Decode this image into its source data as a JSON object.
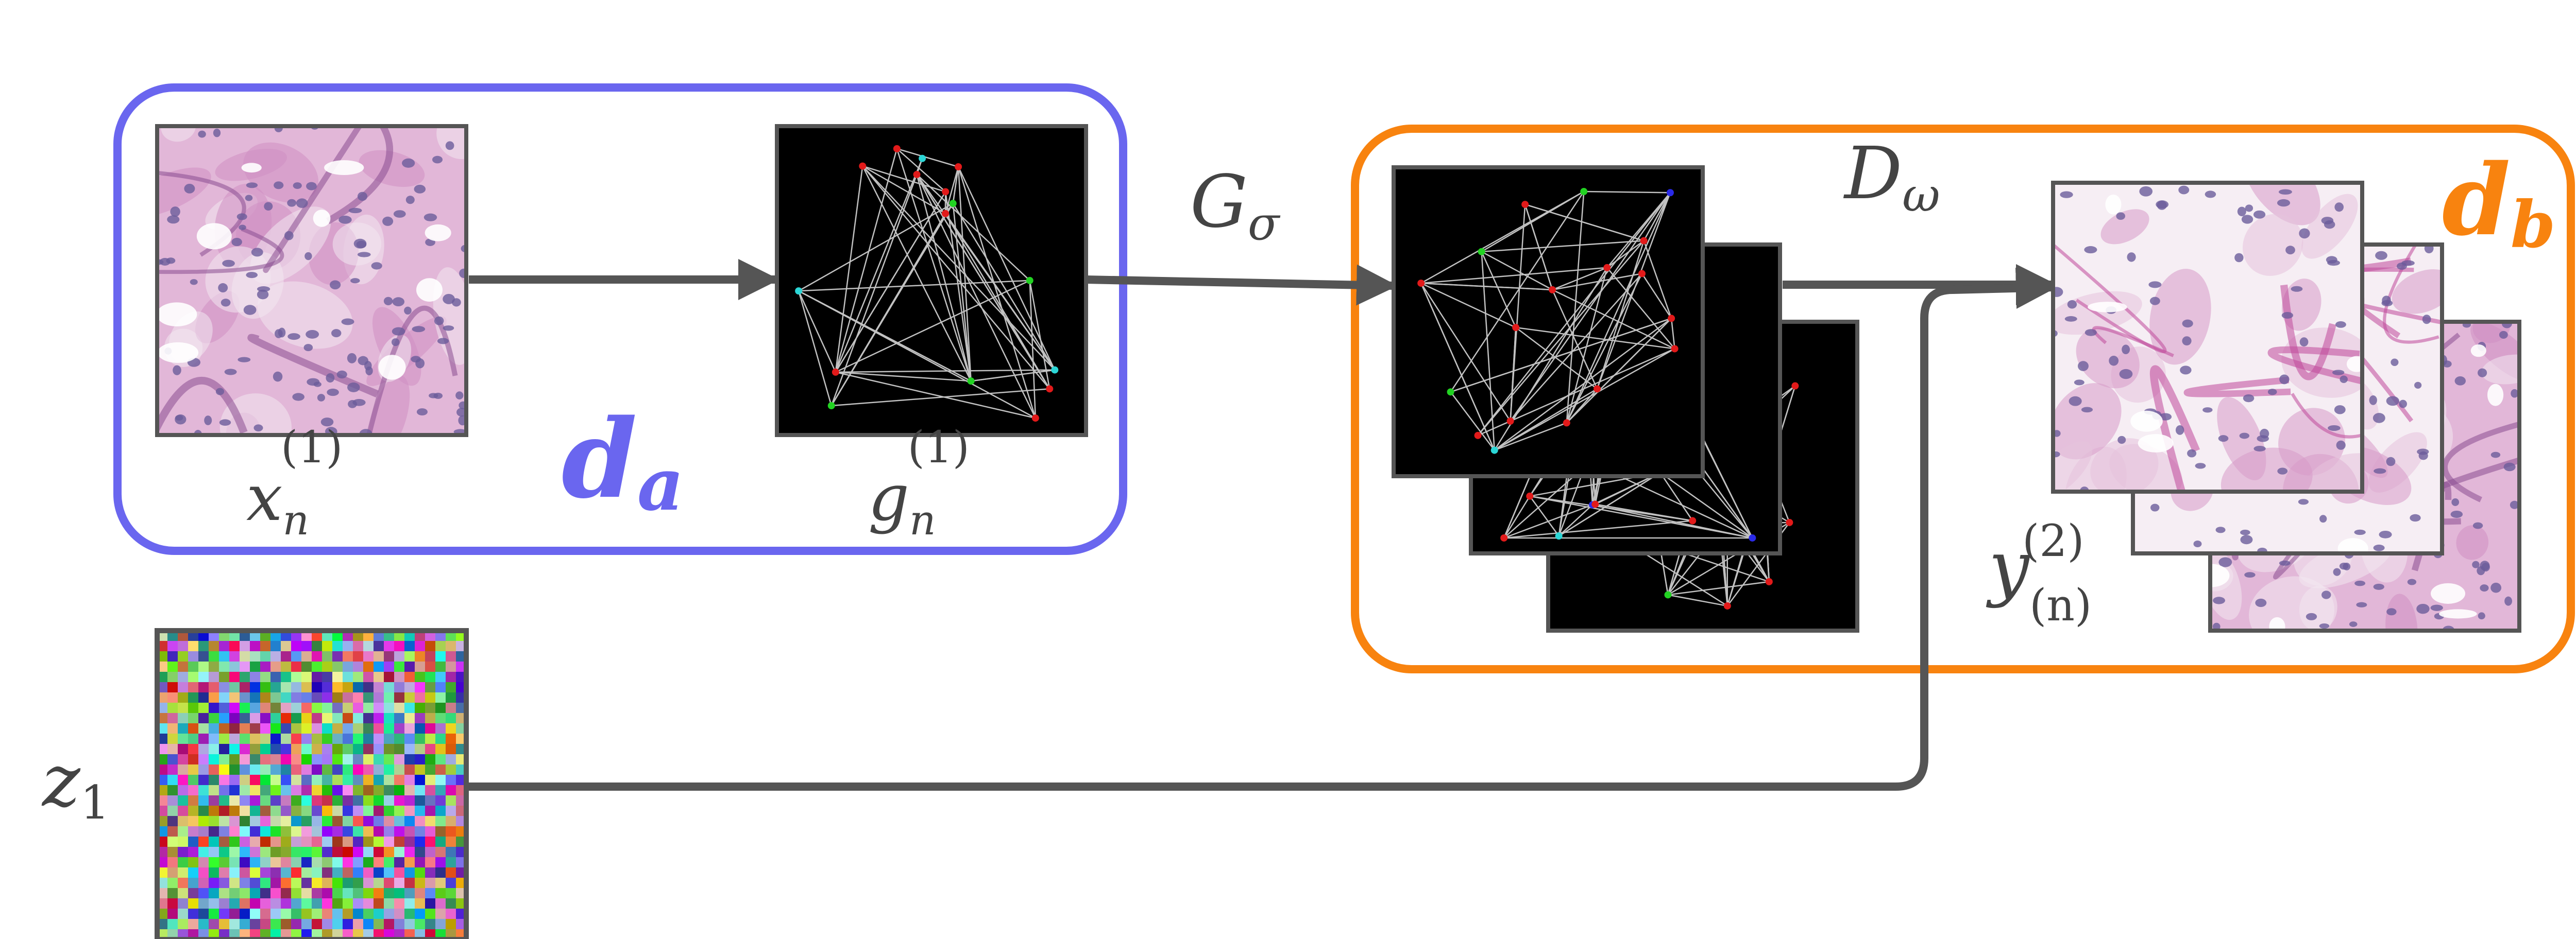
{
  "colors": {
    "domain_a_border": "#6a66ef",
    "domain_b_border": "#f8830f",
    "arrow": "#555555",
    "label_text": "#444444",
    "graph_background": "#000000",
    "graph_edge": "#d8d8d8",
    "node_red": "#e21a1a",
    "node_green": "#22d322",
    "node_blue": "#2a2ae8",
    "node_cyan": "#2bd6d6",
    "tissue_base": "#e2b7d8",
    "tissue_light": "#f6eef4",
    "tissue_dark": "#8a4f92",
    "nucleus": "#6b5c9b",
    "noise_border": "#555555"
  },
  "labels": {
    "x": {
      "base": "x",
      "sub": "n",
      "sup": "(1)"
    },
    "g": {
      "base": "g",
      "sub": "n",
      "sup": "(1)"
    },
    "da": {
      "base": "d",
      "sub": "a"
    },
    "db": {
      "base": "d",
      "sub": "b"
    },
    "G": {
      "base": "G",
      "sub": "σ"
    },
    "D": {
      "base": "D",
      "sub": "ω"
    },
    "y": {
      "base": "y",
      "sub": "(n)",
      "sup": "(2)"
    },
    "z": {
      "base": "z",
      "sub": "1"
    }
  },
  "icons": {
    "tissue_source": "histology-tissue-image",
    "graph": "cell-graph-image",
    "tissue_generated": "generated-histology-image",
    "noise": "random-noise-image"
  }
}
